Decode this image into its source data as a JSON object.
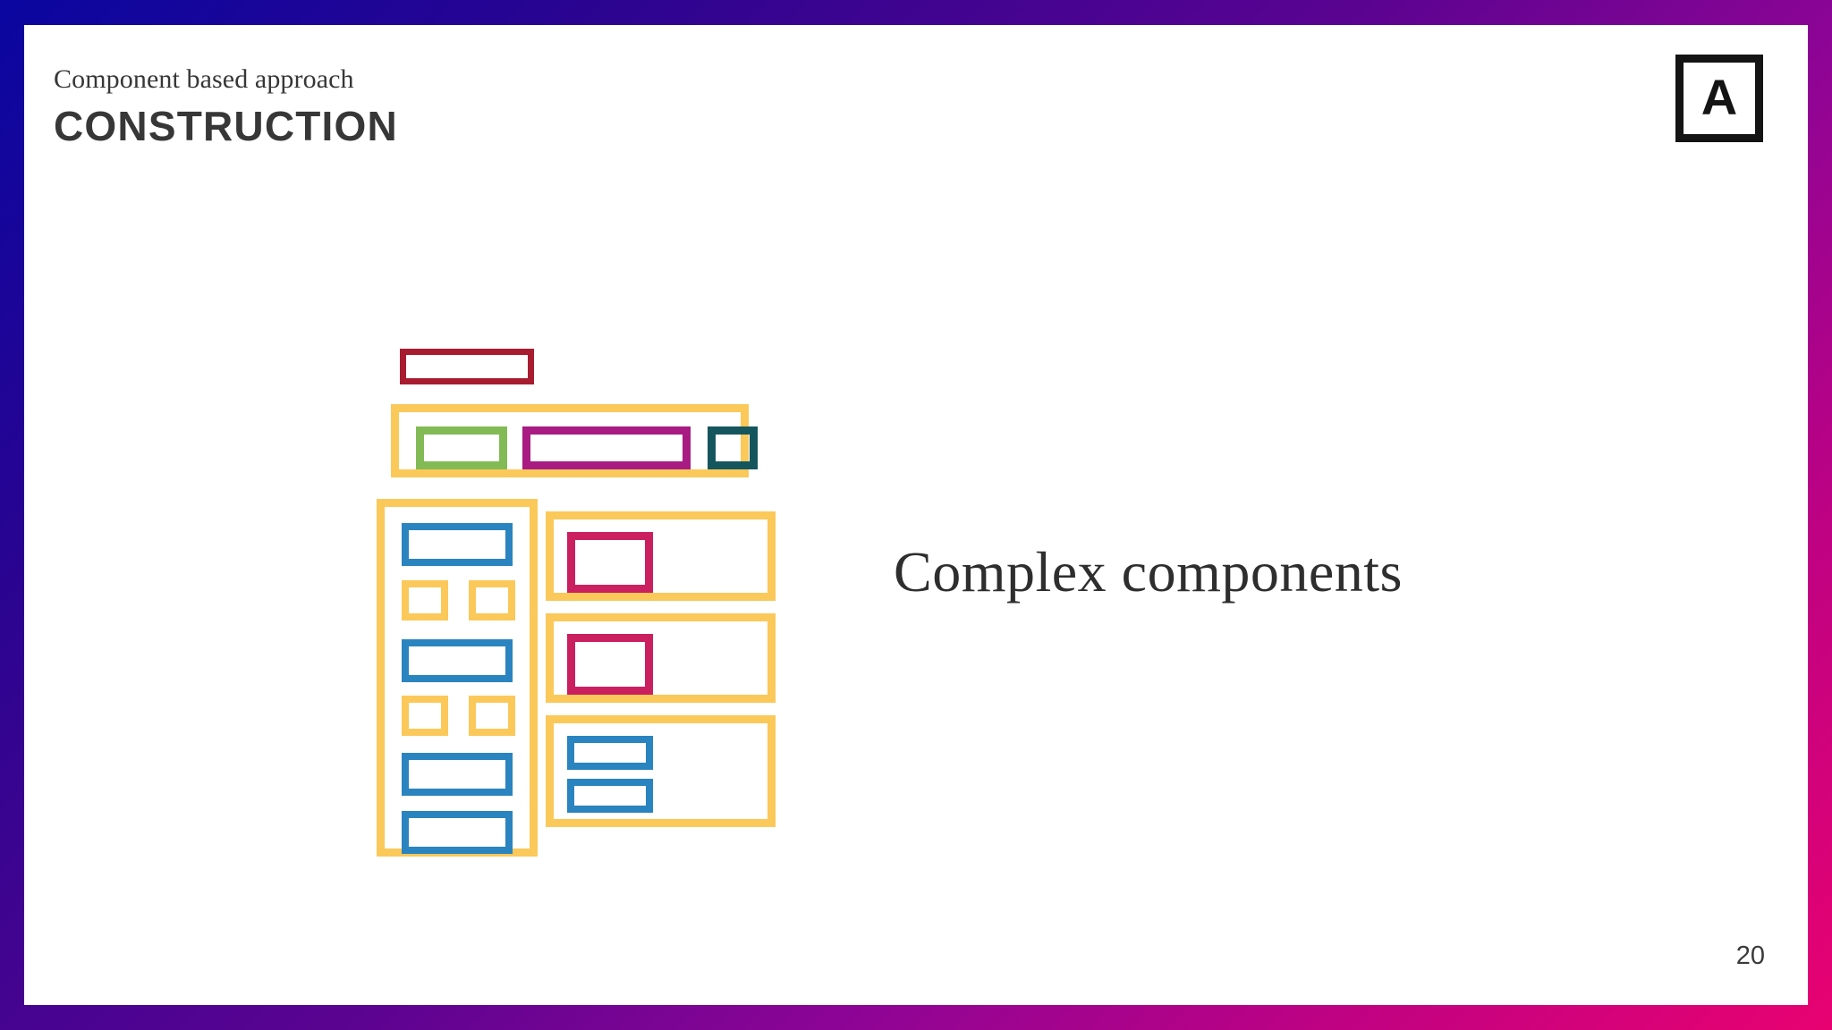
{
  "slide": {
    "eyebrow": "Component based approach",
    "title": "CONSTRUCTION",
    "caption": "Complex components",
    "page_number": "20"
  },
  "logo": {
    "letter": "A",
    "border_color": "#141414"
  },
  "theme": {
    "background_gradient_start": "#0A06A0",
    "background_gradient_mid": "#8F0495",
    "background_gradient_end": "#E80271",
    "panel_background": "#FFFFFF",
    "text_color": "#373737"
  },
  "diagram": {
    "name": "complex-component-wireframe",
    "palette": {
      "red": "#A81C30",
      "yellow": "#FBC85A",
      "green": "#82BB55",
      "magenta": "#A81B82",
      "teal": "#15565E",
      "blue": "#2A84BF",
      "crimson": "#CB2060"
    },
    "parts": {
      "top_bar": "red-bar",
      "header_strip": "yellow-header-strip",
      "header_chips": [
        "green-chip",
        "magenta-chip",
        "teal-chip"
      ],
      "left_column": "yellow-sidebar-column",
      "left_column_items": [
        "blue-bar-1",
        "yellow-square-a",
        "yellow-square-b",
        "blue-bar-2",
        "yellow-square-c",
        "yellow-square-d",
        "blue-bar-3",
        "blue-bar-4"
      ],
      "right_cards": [
        {
          "name": "card-1",
          "inner": [
            "crimson-thumbnail"
          ]
        },
        {
          "name": "card-2",
          "inner": [
            "crimson-thumbnail"
          ]
        },
        {
          "name": "card-3",
          "inner": [
            "blue-line-1",
            "blue-line-2"
          ]
        }
      ]
    }
  }
}
